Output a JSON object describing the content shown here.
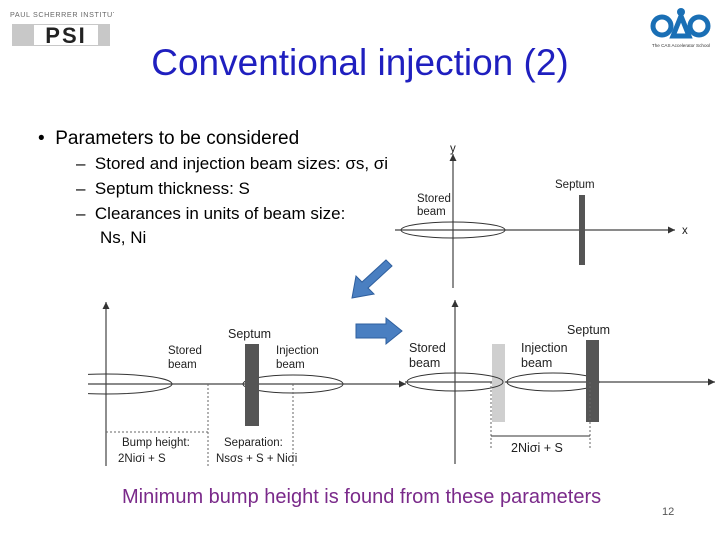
{
  "header": {
    "psi_caption": "PAUL SCHERRER INSTITUT",
    "psi_mark": "PSI",
    "right_logo_caption": "The CAS Accelerator School"
  },
  "slide": {
    "title": "Conventional injection (2)",
    "bullet": "Parameters to be considered",
    "subs": [
      "Stored and injection beam sizes: σs, σi",
      "Septum thickness: S",
      "Clearances in units of beam size:",
      "Ns, Ni"
    ],
    "footer": "Minimum bump height is found from these parameters",
    "page_number": "12"
  },
  "diagram_top": {
    "y_axis": "y",
    "x_axis": "x",
    "septum": "Septum",
    "stored_1": "Stored",
    "stored_2": "beam"
  },
  "diagram_left": {
    "septum": "Septum",
    "stored_1": "Stored",
    "stored_2": "beam",
    "injection_1": "Injection",
    "injection_2": "beam",
    "bump_label": "Bump height:",
    "bump_formula": "2Niσi + S",
    "sep_label": "Separation:",
    "sep_formula": "Nsσs + S + Niσi"
  },
  "diagram_right": {
    "septum": "Septum",
    "stored_1": "Stored",
    "stored_2": "beam",
    "injection_1": "Injection",
    "injection_2": "beam",
    "formula": "2Niσi + S"
  },
  "colors": {
    "title": "#1f1fbf",
    "footer": "#7a2a8a",
    "arrow": "#4a7fc1",
    "septum": "#555555"
  }
}
